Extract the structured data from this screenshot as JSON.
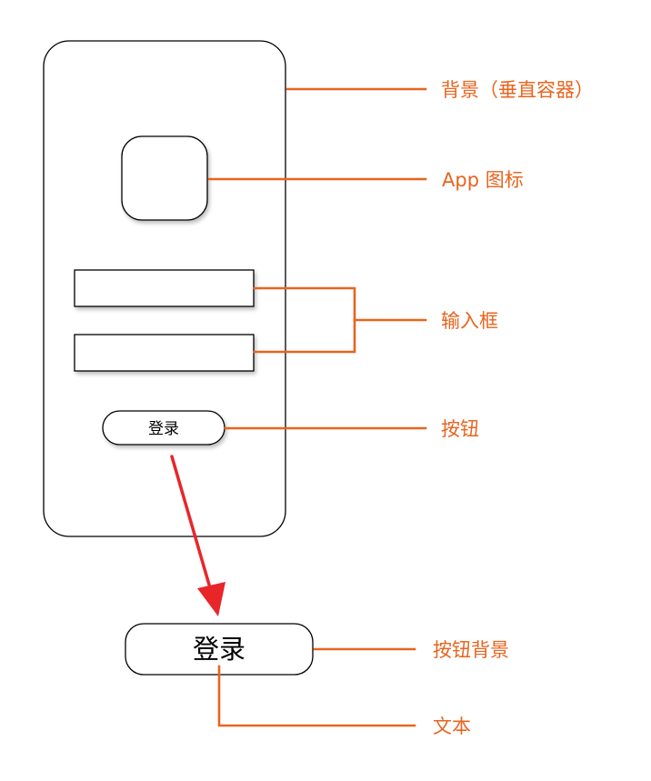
{
  "labels": {
    "background": "背景（垂直容器）",
    "app_icon": "App 图标",
    "inputs": "输入框",
    "button": "按钮",
    "button_background": "按钮背景",
    "text": "文本"
  },
  "mockup": {
    "login_button_label": "登录",
    "zoomed_button_label": "登录"
  },
  "colors": {
    "callout": "#e8641e",
    "arrow": "#e8262a",
    "outline": "#000000"
  }
}
